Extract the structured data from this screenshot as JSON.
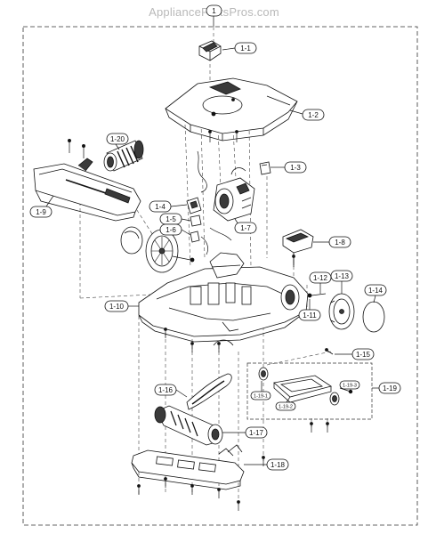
{
  "watermark": "AppliancePartsPros.com",
  "callouts": {
    "c1": "1",
    "c1_1": "1-1",
    "c1_2": "1-2",
    "c1_3": "1-3",
    "c1_4": "1-4",
    "c1_5": "1-5",
    "c1_6": "1-6",
    "c1_7": "1-7",
    "c1_8": "1-8",
    "c1_9": "1-9",
    "c1_10": "1-10",
    "c1_11": "1-11",
    "c1_12": "1-12",
    "c1_13": "1-13",
    "c1_14": "1-14",
    "c1_15": "1-15",
    "c1_16": "1-16",
    "c1_17": "1-17",
    "c1_18": "1-18",
    "c1_19": "1-19",
    "c1_19_1": "1-19-1",
    "c1_19_2": "1-19-2",
    "c1_19_3": "1-19-3",
    "c1_20": "1-20"
  },
  "colors": {
    "line": "#111111",
    "dash": "#333333",
    "part_fill": "#ffffff",
    "shade": "#3a3a3a"
  }
}
